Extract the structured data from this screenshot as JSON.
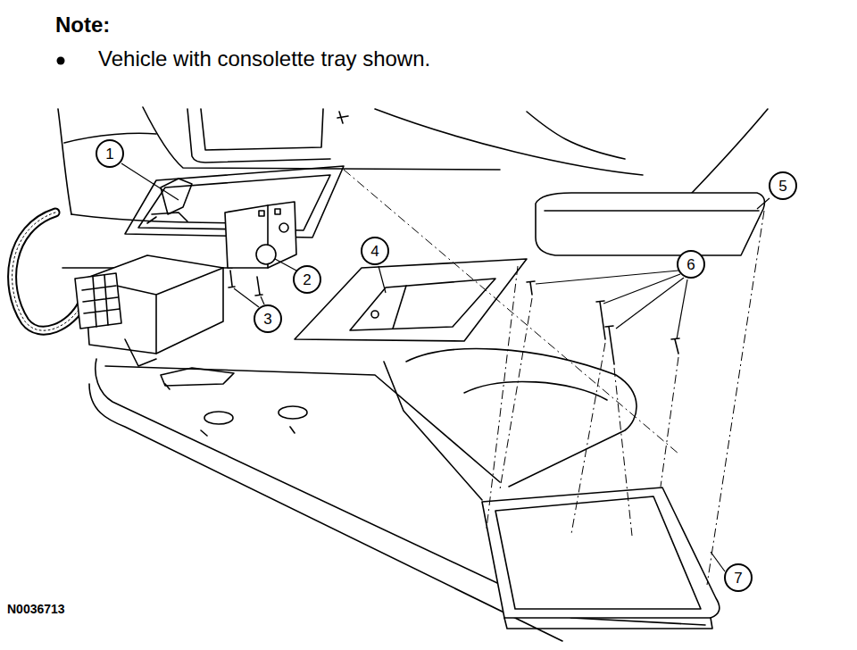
{
  "diagram": {
    "nodes": [
      {
        "text": [
          "1"
        ]
      },
      {
        "text": [
          "2"
        ]
      },
      {
        "text": [
          "3"
        ]
      },
      {
        "text": [
          "4"
        ]
      },
      {
        "text": [
          "5"
        ]
      },
      {
        "text": [
          "6"
        ]
      },
      {
        "text": [
          "7"
        ]
      }
    ],
    "labels": [
      "Note:",
      "Vehicle with consolette tray shown.",
      "N0036713"
    ]
  }
}
